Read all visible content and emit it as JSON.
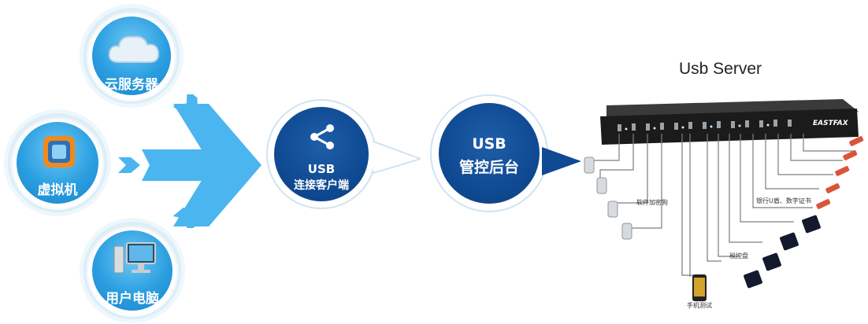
{
  "sources": {
    "cloud": {
      "label": "云服务器",
      "icon": "cloud-icon"
    },
    "vm": {
      "label": "虚拟机",
      "icon": "vm-app-icon"
    },
    "pc": {
      "label": "用户电脑",
      "icon": "desktop-computer-icon"
    }
  },
  "client": {
    "line1": "USB",
    "line2": "连接客户端",
    "icon": "share-icon"
  },
  "backend": {
    "line1": "USB",
    "line2": "管控后台"
  },
  "server": {
    "title": "Usb Server",
    "brand": "EASTFAX"
  },
  "device_labels": {
    "software_dongle": "软件加密狗",
    "bank_ukey": "银行U盾、数字证书",
    "tax_disk": "税控盘",
    "phone_test": "手机测试"
  },
  "colors": {
    "light_blue": "#2a9ee0",
    "arrow_blue": "#45b3ec",
    "dark_blue": "#0f4a93",
    "server_black": "#1b1b1b"
  }
}
